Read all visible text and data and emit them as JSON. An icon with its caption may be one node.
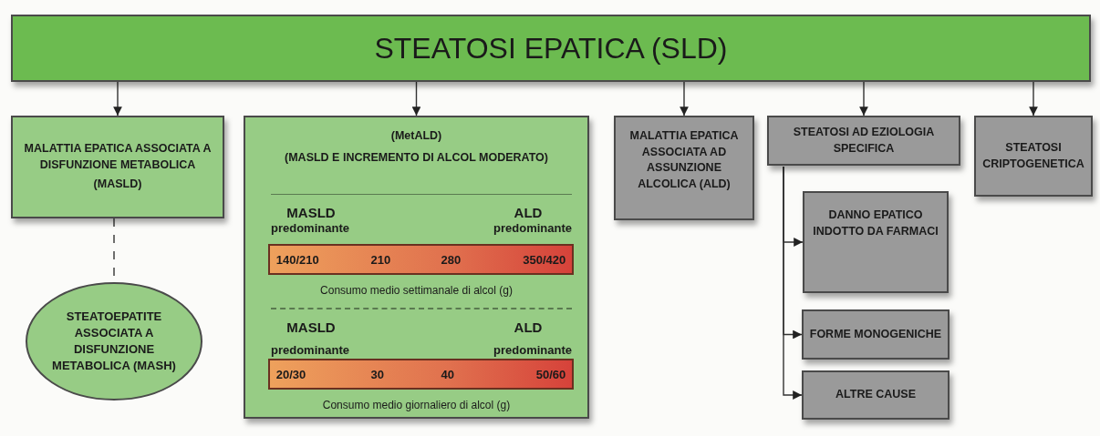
{
  "diagram": {
    "nodes": [
      {
        "text": [
          "STEATOSI EPATICA (SLD)"
        ]
      },
      {
        "text": [
          "MALATTIA EPATICA ASSOCIATA A DISFUNZIONE METABOLICA",
          "(MASLD)"
        ]
      },
      {
        "text": [
          "STEATOEPATITE ASSOCIATA A DISFUNZIONE METABOLICA (MASH)"
        ]
      },
      {
        "text": [
          "(MetALD)",
          "(MASLD E INCREMENTO DI ALCOL MODERATO)"
        ]
      },
      {
        "text": [
          "140/210",
          "210",
          "280",
          "350/420"
        ],
        "in": 3
      },
      {
        "text": [
          "20/30",
          "30",
          "40",
          "50/60"
        ],
        "in": 3
      },
      {
        "text": [
          "MALATTIA EPATICA ASSOCIATA AD ASSUNZIONE ALCOLICA (ALD)"
        ]
      },
      {
        "text": [
          "STEATOSI AD EZIOLOGIA SPECIFICA"
        ]
      },
      {
        "text": [
          "STEATOSI CRIPTOGENETICA"
        ]
      },
      {
        "text": [
          "DANNO EPATICO INDOTTO DA FARMACI"
        ]
      },
      {
        "text": [
          "FORME MONOGENICHE"
        ]
      },
      {
        "text": [
          "ALTRE CAUSE"
        ]
      }
    ],
    "edges": [
      {
        "from": 0,
        "to": 1,
        "arrow": "to"
      },
      {
        "from": 0,
        "to": 3,
        "arrow": "to"
      },
      {
        "from": 0,
        "to": 6,
        "arrow": "to"
      },
      {
        "from": 0,
        "to": 7,
        "arrow": "to"
      },
      {
        "from": 0,
        "to": 8,
        "arrow": "to"
      },
      {
        "from": 1,
        "to": 2,
        "arrow": "none",
        "style": "dashed"
      },
      {
        "from": 7,
        "to": 9,
        "arrow": "to"
      },
      {
        "from": 7,
        "to": 10,
        "arrow": "to"
      },
      {
        "from": 7,
        "to": 11,
        "arrow": "to"
      }
    ],
    "labels": [
      "MASLD",
      "predominante",
      "ALD",
      "predominante",
      "Consumo medio settimanale di alcol (g)",
      "MASLD",
      "predominante",
      "ALD",
      "predominante",
      "Consumo medio giornaliero di alcol (g)"
    ]
  }
}
